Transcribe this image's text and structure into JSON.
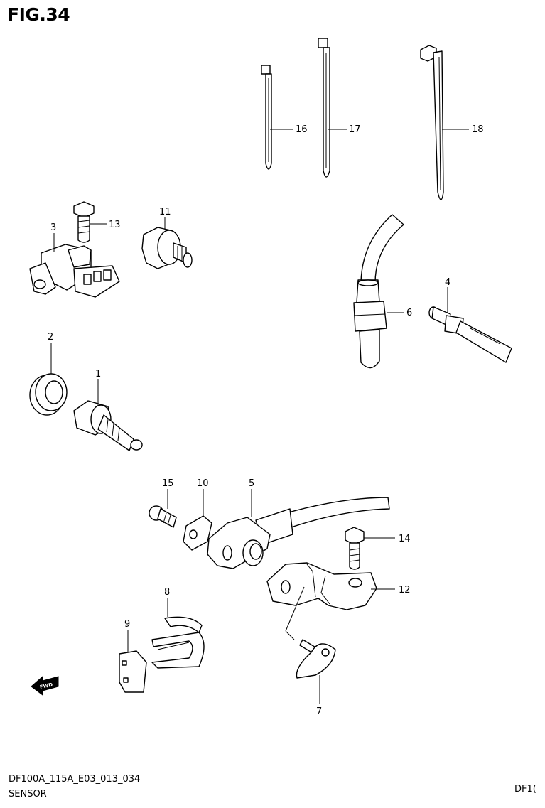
{
  "figure": {
    "title": "FIG.34"
  },
  "footer": {
    "code": "DF100A_115A_E03_013_034",
    "name": "SENSOR",
    "right_code": "DF1("
  },
  "labels": {
    "p1": "1",
    "p2": "2",
    "p3": "3",
    "p4": "4",
    "p5": "5",
    "p6": "6",
    "p7": "7",
    "p8": "8",
    "p9": "9",
    "p10": "10",
    "p11": "11",
    "p12": "12",
    "p13": "13",
    "p14": "14",
    "p15": "15",
    "p16": "16",
    "p17": "17",
    "p18": "18"
  },
  "fwd_badge": "FWD"
}
